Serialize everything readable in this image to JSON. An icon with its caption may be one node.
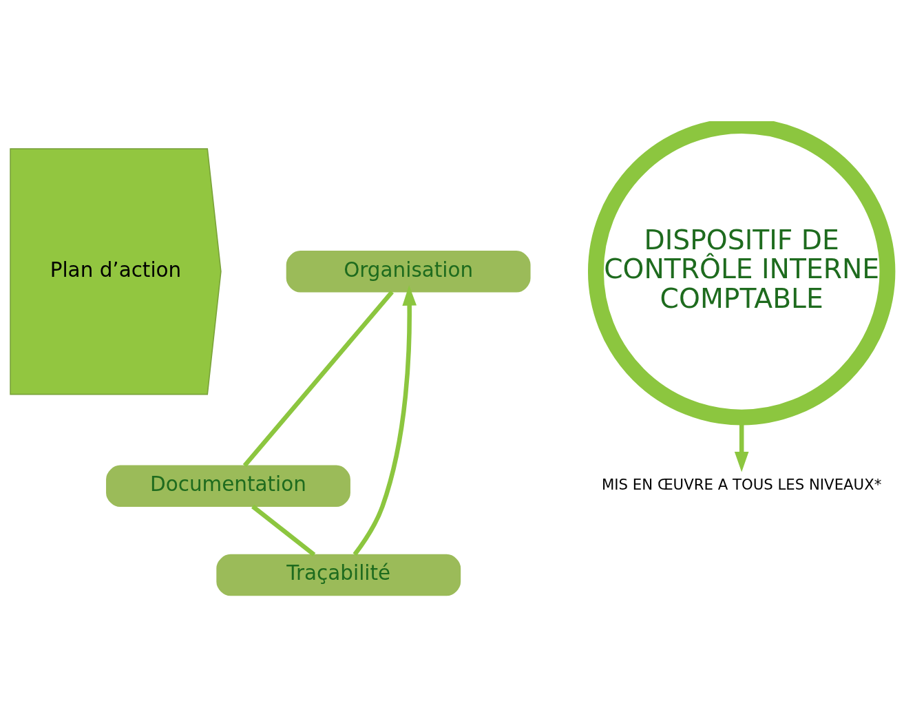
{
  "diagram": {
    "nodes": [
      {
        "text": [
          "Plan d’action"
        ]
      },
      {
        "text": [
          "Organisation"
        ]
      },
      {
        "text": [
          "Documentation"
        ]
      },
      {
        "text": [
          "Traçabilité"
        ]
      },
      {
        "text": [
          "DISPOSITIF DE CONTRÔLE INTERNE COMPTABLE"
        ]
      },
      {
        "text": [
          "MIS EN ŒUVRE A TOUS LES NIVEAUX*"
        ]
      }
    ],
    "edges": [
      {
        "from": 1,
        "to": 2,
        "arrow": "none"
      },
      {
        "from": 2,
        "to": 3,
        "arrow": "none"
      },
      {
        "from": 3,
        "to": 1,
        "arrow": "to"
      },
      {
        "from": 4,
        "to": 5,
        "arrow": "to"
      }
    ]
  }
}
